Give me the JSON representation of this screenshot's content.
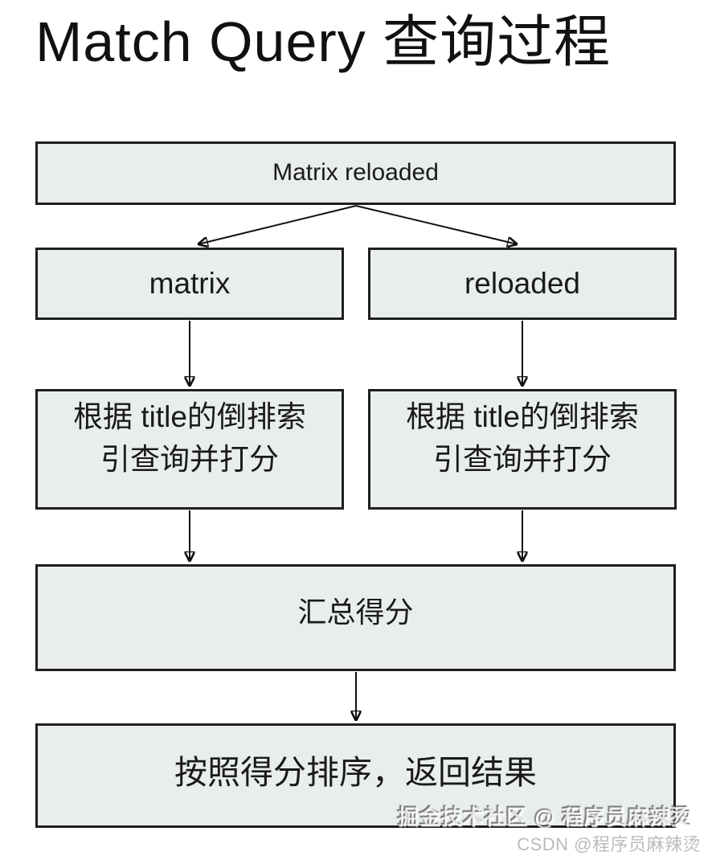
{
  "title": "Match Query 查询过程",
  "flowchart": {
    "nodes": {
      "root": {
        "label": "Matrix reloaded"
      },
      "term_left": {
        "label": "matrix"
      },
      "term_right": {
        "label": "reloaded"
      },
      "score_left": {
        "line1": "根据 title的倒排索",
        "line2": "引查询并打分",
        "full_text": "根据 title的倒排索引查询并打分"
      },
      "score_right": {
        "line1": "根据 title的倒排索",
        "line2": "引查询并打分",
        "full_text": "根据 title的倒排索引查询并打分"
      },
      "aggregate": {
        "label": "汇总得分"
      },
      "result": {
        "label": "按照得分排序，返回结果"
      }
    },
    "edges": [
      {
        "from": "root",
        "to": "term_left"
      },
      {
        "from": "root",
        "to": "term_right"
      },
      {
        "from": "term_left",
        "to": "score_left"
      },
      {
        "from": "term_right",
        "to": "score_right"
      },
      {
        "from": "score_left",
        "to": "aggregate"
      },
      {
        "from": "score_right",
        "to": "aggregate"
      },
      {
        "from": "aggregate",
        "to": "result"
      }
    ]
  },
  "watermarks": {
    "juejin": "掘金技术社区 @ 程序员麻辣烫",
    "csdn": "CSDN @程序员麻辣烫"
  },
  "colors": {
    "background": "#ffffff",
    "node_fill": "#e9edee",
    "node_border": "#1f1f1f",
    "text": "#1a1a1a",
    "arrow": "#111111",
    "watermark_csdn": "#b8bcbe"
  }
}
